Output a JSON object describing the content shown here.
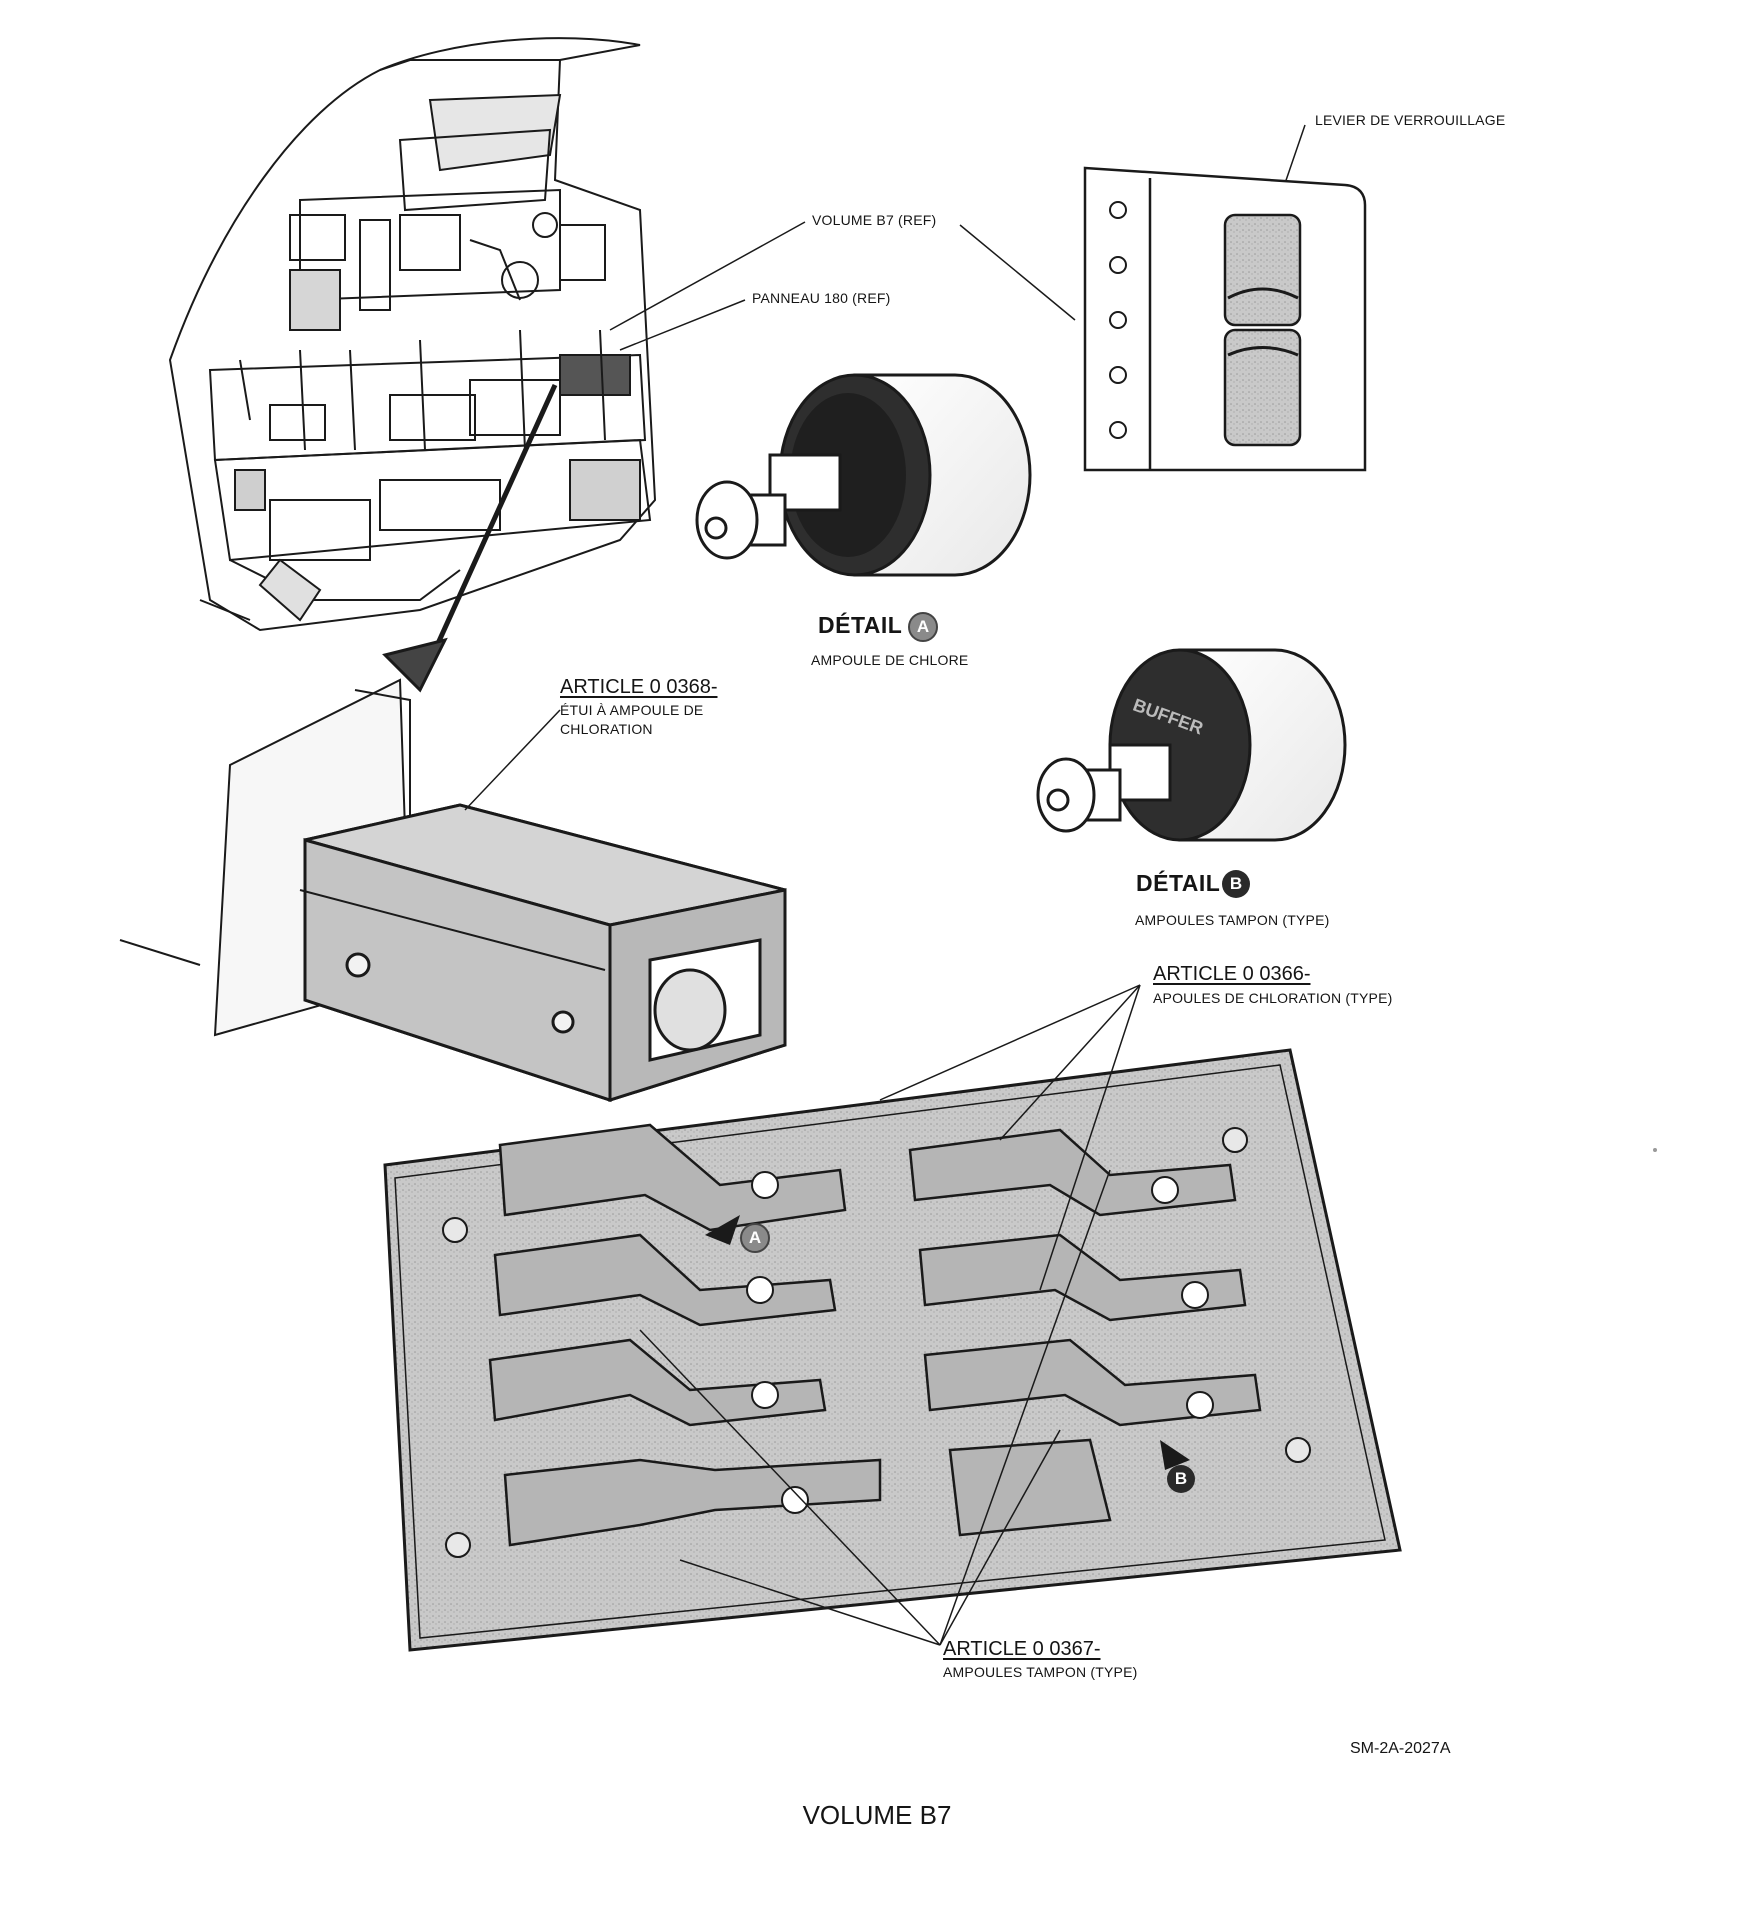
{
  "labels": {
    "levier": "LEVIER DE VERROUILLAGE",
    "volume_ref": "VOLUME B7 (REF)",
    "panneau_ref": "PANNEAU 180 (REF)"
  },
  "detail_a": {
    "title": "DÉTAIL",
    "letter": "A",
    "caption": "AMPOULE DE CHLORE"
  },
  "detail_b": {
    "title": "DÉTAIL",
    "letter": "B",
    "caption": "AMPOULES TAMPON (TYPE)"
  },
  "article_0368": {
    "number": "ARTICLE 0 0368-",
    "line1": "ÉTUI À AMPOULE DE",
    "line2": "CHLORATION"
  },
  "article_0366": {
    "number": "ARTICLE 0 0366-",
    "desc": "APOULES DE CHLORATION (TYPE)"
  },
  "article_0367": {
    "number": "ARTICLE 0 0367-",
    "desc": "AMPOULES TAMPON (TYPE)"
  },
  "callout_a": "A",
  "callout_b": "B",
  "drawing_ref": "SM-2A-2027A",
  "footer_title": "VOLUME B7"
}
